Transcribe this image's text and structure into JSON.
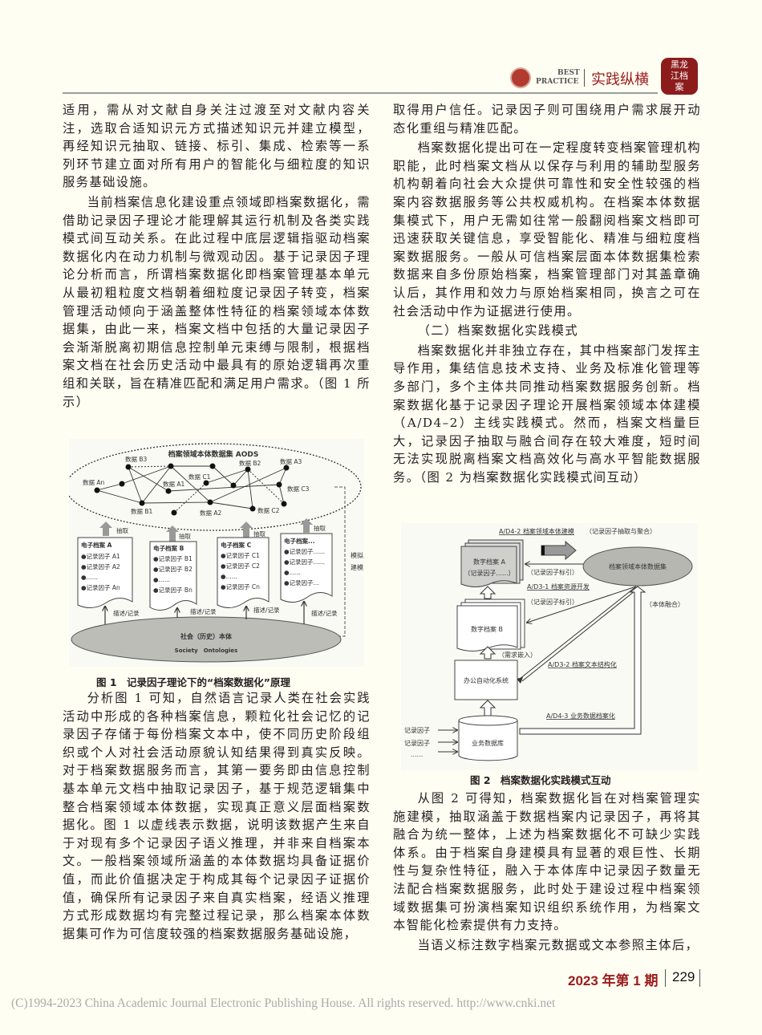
{
  "header": {
    "best": "BEST",
    "practice": "PRACTICE",
    "section": "实践纵横",
    "seal_text": "黑龙江档案",
    "brand_color": "#9b1b1b"
  },
  "left_column": {
    "p1": "适用，需从对文献自身关注过渡至对文献内容关注，选取合适知识元方式描述知识元并建立模型，再经知识元抽取、链接、标引、集成、检索等一系列环节建立面对所有用户的智能化与细粒度的知识服务基础设施。",
    "p2": "当前档案信息化建设重点领域即档案数据化，需借助记录因子理论才能理解其运行机制及各类实践模式间互动关系。在此过程中底层逻辑指驱动档案数据化内在动力机制与微观动因。基于记录因子理论分析而言，所谓档案数据化即档案管理基本单元从最初粗粒度文档朝着细粒度记录因子转变，档案管理活动倾向于涵盖整体性特征的档案领域本体数据集，由此一来，档案文档中包括的大量记录因子会渐渐脱离初期信息控制单元束缚与限制，根据档案文档在社会历史活动中最具有的原始逻辑再次重组和关联，旨在精准匹配和满足用户需求。（图 1 所示）",
    "p3": "分析图 1 可知，自然语言记录人类在社会实践活动中形成的各种档案信息，颗粒化社会记忆的记录因子存储于每份档案文本中，使不同历史阶段组织或个人对社会活动原貌认知结果得到真实反映。对于档案数据服务而言，其第一要务即由信息控制基本单元文档中抽取记录因子，基于规范逻辑集中整合档案领域本体数据，实现真正意义层面档案数据化。图 1 以虚线表示数据，说明该数据产生来自于对现有多个记录因子语义推理，并非来自档案本文。一般档案领域所涵盖的本体数据均具备证据价值，而此价值据决定于构成其每个记录因子证据价值，确保所有记录因子来自真实档案，经语义推理方式形成数据均有完整过程记录，那么档案本体数据集可作为可信度较强的档案数据服务基础设施，"
  },
  "figure1": {
    "caption": "图 1　记录因子理论下的“档案数据化”原理",
    "title": "档案领域本体数据集 AODS",
    "nodes": [
      "数据 B3",
      "数据 An",
      "数据 A1",
      "数据 C1",
      "数据 B2",
      "数据 A3",
      "数据 C3",
      "数据 B1",
      "数据 A2",
      "数据 C2"
    ],
    "extract": "抽取",
    "describe": "描述/记录",
    "docs": [
      {
        "title": "电子档案 A",
        "items": [
          "●记录因子 A1",
          "●记录因子 A2",
          "●......",
          "●记录因子 An"
        ]
      },
      {
        "title": "电子档案 B",
        "items": [
          "●记录因子 B1",
          "●记录因子 B2",
          "●......",
          "●记录因子 Bn"
        ]
      },
      {
        "title": "电子档案 C",
        "items": [
          "●记录因子 C1",
          "●记录因子 C2",
          "●......",
          "●记录因子 Cn"
        ]
      },
      {
        "title": "电子档案...",
        "items": [
          "●记录因子......",
          "●记录因子......",
          "●......",
          "●记录因子..."
        ]
      }
    ],
    "simulate1": "模拟",
    "simulate2": "建模",
    "society_cn": "社会（历史）本体",
    "society_en": "Society　Ontologies"
  },
  "right_column": {
    "p1": "取得用户信任。记录因子则可围绕用户需求展开动态化重组与精准匹配。",
    "p2": "档案数据化提出可在一定程度转变档案管理机构职能，此时档案文档从以保存与利用的辅助型服务机构朝着向社会大众提供可靠性和安全性较强的档案内容数据服务等公共权威机构。在档案本体数据集模式下，用户无需如往常一般翻阅档案文档即可迅速获取关键信息，享受智能化、精准与细粒度档案数据服务。一般从可信档案层面本体数据集检索数据来自多份原始档案，档案管理部门对其盖章确认后，其作用和效力与原始档案相同，换言之可在社会活动中作为证据进行使用。",
    "heading": "（二）档案数据化实践模式",
    "p3": "档案数据化并非独立存在，其中档案部门发挥主导作用，集结信息技术支持、业务及标准化管理等多部门，多个主体共同推动档案数据服务创新。档案数据化基于记录因子理论开展档案领域本体建模（A/D4–2）主线实践模式。然而，档案文档量巨大，记录因子抽取与融合间存在较大难度，短时间无法实现脱离档案文档高效化与高水平智能数据服务。（图 2 为档案数据化实践模式间互动）",
    "p4": "从图 2 可得知，档案数据化旨在对档案管理实施建模，抽取涵盖于数据档案内记录因子，再将其融合为统一整体，上述为档案数据化不可缺少实践体系。由于档案自身建模具有显著的艰巨性、长期性与复杂性特征，融入于本体库中记录因子数量无法配合档案数据服务，此时处于建设过程中档案领域数据集可扮演档案知识组织系统作用，为档案文本智能化检索提供有力支持。",
    "p5": "当语义标注数字档案元数据或文本参照主体后，"
  },
  "figure2": {
    "caption": "图 2　档案数据化实践模式互动",
    "ad42": "A/D4-2  档案领域本体建模",
    "ad42_note": "（记录因子抽取与聚合）",
    "doc_a": "数字档案 A",
    "doc_a_sub": "（记录因子......）",
    "dataset": "档案领域本体数据集",
    "index1": "（记录因子标引）",
    "ad31": "A/D3-1  档案资源开发",
    "index2": "（记录因子标引）",
    "fusion": "（本体融合）",
    "doc_b": "数字档案 B",
    "demand": "（需求嵌入）",
    "ad32": "A/D3-2  档案文本结构化",
    "oa": "办公自动化系统",
    "ad43": "A/D4-3  业务数据档案化",
    "db": "业务数据库",
    "inputs": [
      "记录因子",
      "记录因子",
      "......"
    ]
  },
  "footer": {
    "issue": "2023 年第 1 期",
    "page": "229",
    "copyright": "(C)1994-2023 China Academic Journal Electronic Publishing House. All rights reserved.    http://www.cnki.net"
  }
}
